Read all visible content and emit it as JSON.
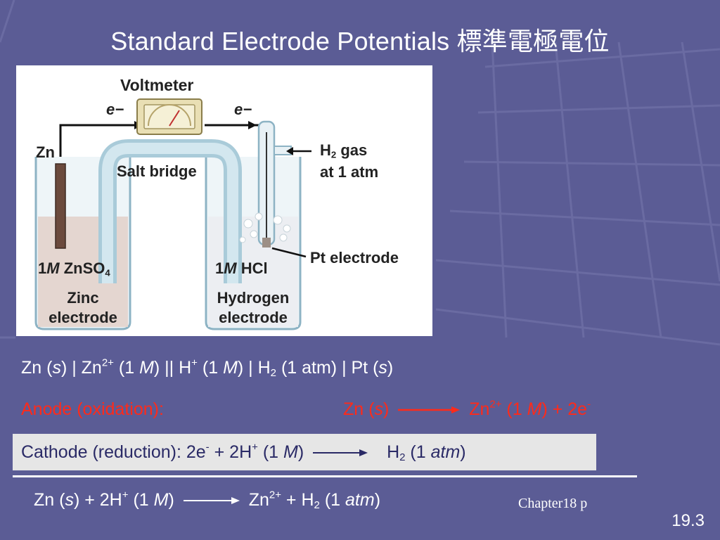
{
  "title": "Standard Electrode Potentials 標準電極電位",
  "figure": {
    "voltmeter": "Voltmeter",
    "electron": "e−",
    "zn": "Zn",
    "salt_bridge": "Salt bridge",
    "h2_gas_line1": "H",
    "h2_gas_sub": "2",
    "h2_gas_rest": " gas",
    "h2_gas_line2": "at 1 atm",
    "pt_electrode": "Pt electrode",
    "left_conc_num": "1",
    "left_conc_m": "M",
    "left_conc_rest": " ZnSO",
    "left_conc_sub": "4",
    "right_conc_num": "1",
    "right_conc_m": "M",
    "right_conc_rest": " HCl",
    "zinc_label_1": "Zinc",
    "zinc_label_2": "electrode",
    "hydrogen_label_1": "Hydrogen",
    "hydrogen_label_2": "electrode"
  },
  "cell_notation": {
    "a": "Zn (",
    "s1": "s",
    "b": ") | Zn",
    "sup1": "2+",
    "c": " (1 ",
    "m1": "M",
    "d": ") || H",
    "sup2": "+",
    "e": " (1 ",
    "m2": "M",
    "f": ") | H",
    "sub1": "2",
    "g": " (1 atm) | Pt (",
    "s2": "s",
    "h": ")"
  },
  "anode": {
    "label": "Anode (oxidation):",
    "left_a": "Zn (",
    "left_s": "s",
    "left_b": ")",
    "right_a": "Zn",
    "right_sup": "2+",
    "right_b": " (1 ",
    "right_m": "M",
    "right_c": ") + 2e",
    "right_sup2": "-"
  },
  "cathode": {
    "a": "Cathode (reduction): 2e",
    "sup1": "-",
    "b": " + 2H",
    "sup2": "+",
    "c": " (1 ",
    "m": "M",
    "d": ")",
    "right_a": "H",
    "right_sub": "2",
    "right_b": " (1 ",
    "right_atm": "atm",
    "right_c": ")"
  },
  "overall": {
    "a": "Zn (",
    "s": "s",
    "b": ") + 2H",
    "sup1": "+",
    "c": " (1 ",
    "m": "M",
    "d": ")",
    "right_a": "Zn",
    "right_sup": "2+",
    "right_b": " + H",
    "right_sub": "2",
    "right_c": " (1 ",
    "right_atm": "atm",
    "right_d": ")"
  },
  "footnote": "Chapter18 p",
  "slide_number": "19.3",
  "colors": {
    "background": "#5b5c95",
    "anode": "#ff2a1a",
    "cathode_box": "#e6e6e6",
    "cathode_text": "#2a2a66"
  }
}
